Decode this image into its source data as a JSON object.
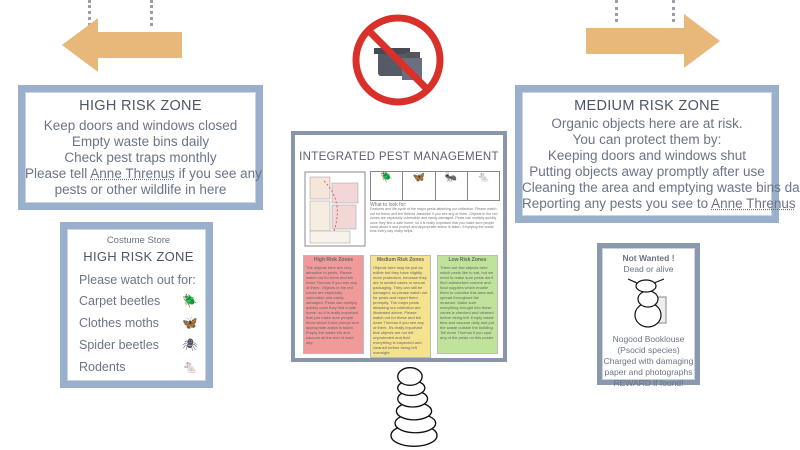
{
  "colors": {
    "arrow": "#e8b87a",
    "frame": "#9aafcc",
    "no_sign": "#d9302a",
    "high": "#f19a9a",
    "medium": "#f4e28e",
    "low": "#bfe39a"
  },
  "left_sign": {
    "title": "HIGH RISK ZONE",
    "lines": [
      "Keep doors and windows closed",
      "Empty waste bins daily",
      "Check pest traps monthly"
    ],
    "tell_prefix": "Please tell ",
    "contact": "Anne Threnus",
    "tell_suffix": " if you see any",
    "last": "pests or other wildlife in here"
  },
  "costume_sign": {
    "subtitle": "Costume Store",
    "title": "HIGH RISK ZONE",
    "intro": "Please watch out for:",
    "pests": [
      {
        "label": "Carpet beetles",
        "icon": "beetle-icon"
      },
      {
        "label": "Clothes moths",
        "icon": "moth-icon"
      },
      {
        "label": "Spider beetles",
        "icon": "spider-beetle-icon"
      },
      {
        "label": "Rodents",
        "icon": "rodent-icon"
      }
    ]
  },
  "right_sign": {
    "title": "MEDIUM RISK ZONE",
    "lines": [
      "Organic objects here are at risk.",
      "You can protect them by:",
      "Keeping doors and windows shut",
      "Putting objects away promptly after use",
      "Cleaning the area and emptying waste bins daily"
    ],
    "report_prefix": "Reporting any pests you see to ",
    "contact": "Anne Threnus"
  },
  "poster": {
    "title": "INTEGRATED PEST MANAGEMENT",
    "what_heading": "What to look for:",
    "what_text": "Features and life cycle of the major pests attacking our collection. Please watch out for these and tell Helena Jaeschke if you see any of them. Objects in the red zones are especially vulnerable and easily damaged. Pests can multiply quickly once they find a safe home, so it is really important that you make sure people know about it and prompt and appropriate action is taken. Emptying the waste bins every day really helps.",
    "zones": [
      {
        "title": "High Risk Zones",
        "text": "The objects here are very attractive to pests. Please watch out for them and tell Anne Threnus if you see any of them. Objects in the red zones are especially vulnerable and easily damaged. Pests can multiply quickly once they find a safe home, so it is really important that you make sure people know about it and prompt and appropriate action is taken. Empty the waste bin and vacuum all the end of each day."
      },
      {
        "title": "Medium Risk Zones",
        "text": "Objects here may be just as edible but they have slightly more protection, because they are in sealed cases or secure packaging. They can still be damaged, so please watch out for pests and report them promptly. The major pests attacking our collection are illustrated above. Please watch out for these and tell Anne Threnus if you see any of them. It's really important that objects are not left unprotected and that everything is inspected and cleaned before being left overnight."
      },
      {
        "title": "Low Risk Zones",
        "text": "There are few objects here which pests like to eat, but we need to make sure pests don't find undisturbed corners and food supplies which enable them to colonise this area and spread throughout the museum. Make sure everything brought into these zones is checked and cleaned before being left. Empty waste bins and vacuum daily and put the waste outside the building. Tell Anne Threnus if you spot any of the pests on this poster."
      }
    ]
  },
  "wanted": {
    "title": "Not Wanted !",
    "subtitle": "Dead or alive",
    "name": "Nogood Booklouse",
    "species": "(Psocid species)",
    "charge1": "Charged with damaging",
    "charge2": "paper and photographs",
    "reward": "REWARD if found!"
  }
}
